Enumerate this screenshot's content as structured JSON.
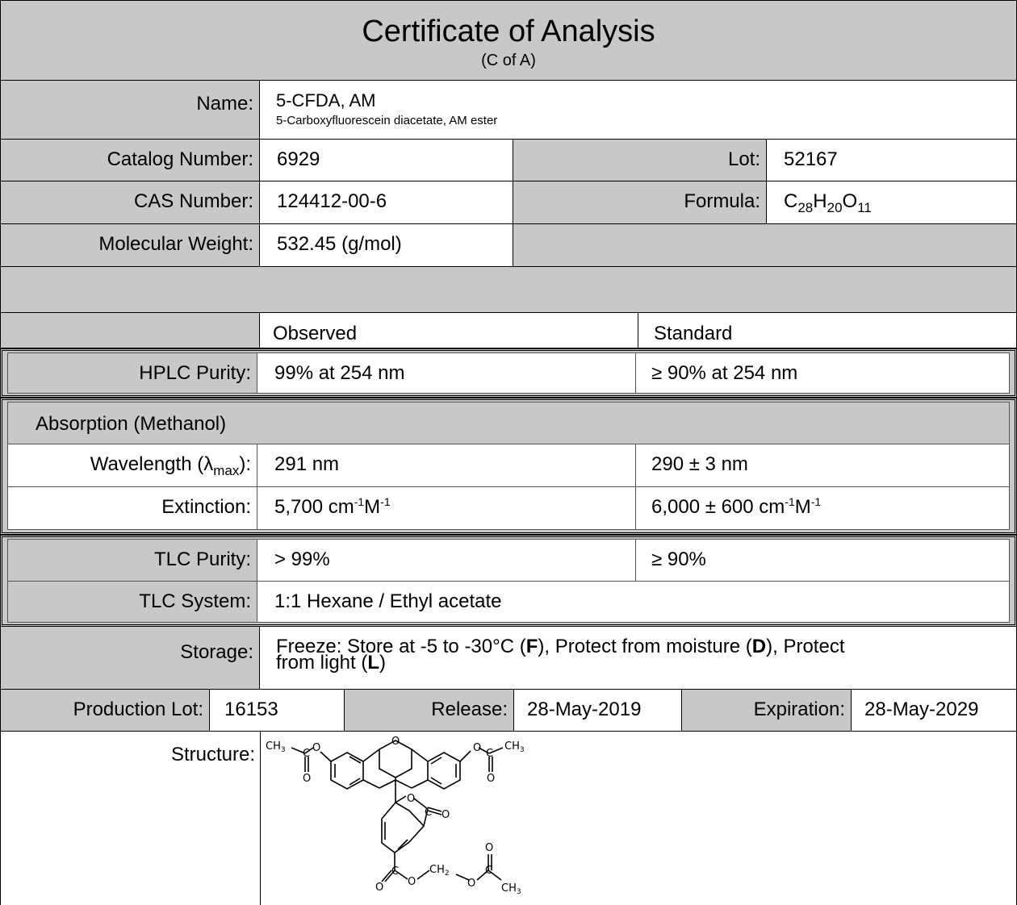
{
  "title": "Certificate of Analysis",
  "subtitle": "(C of A)",
  "name": {
    "label": "Name:",
    "value": "5-CFDA, AM",
    "sub_value": "5-Carboxyfluorescein diacetate, AM ester"
  },
  "catalog": {
    "label": "Catalog Number:",
    "value": "6929"
  },
  "lot": {
    "label": "Lot:",
    "value": "52167"
  },
  "cas": {
    "label": "CAS Number:",
    "value": "124412-00-6"
  },
  "formula": {
    "label": "Formula:",
    "parts": [
      {
        "el": "C",
        "n": "28"
      },
      {
        "el": "H",
        "n": "20"
      },
      {
        "el": "O",
        "n": "11"
      }
    ]
  },
  "mw": {
    "label": "Molecular Weight:",
    "value": "532.45 (g/mol)"
  },
  "columns": {
    "observed": "Observed",
    "standard": "Standard"
  },
  "hplc": {
    "label": "HPLC Purity:",
    "observed": "99% at 254 nm",
    "standard": "≥ 90% at 254 nm"
  },
  "absorption": {
    "header": "Absorption (Methanol)",
    "wavelength": {
      "label_pre": "Wavelength (λ",
      "label_sub": "max",
      "label_post": "):",
      "observed": "291 nm",
      "standard": "290 ± 3 nm"
    },
    "extinction": {
      "label": "Extinction:",
      "observed": "5,700 cm",
      "standard": "6,000 ± 600 cm",
      "unit_exp": "-1",
      "unit_m": "M"
    }
  },
  "tlc_purity": {
    "label": "TLC Purity:",
    "observed": "> 99%",
    "standard": "≥ 90%"
  },
  "tlc_system": {
    "label": "TLC System:",
    "value": "1:1 Hexane / Ethyl acetate"
  },
  "storage": {
    "label": "Storage:",
    "t1": "Freeze: Store at -5 to -30°C (",
    "b1": "F",
    "t2": "), Protect from moisture (",
    "b2": "D",
    "t3": "), Protect",
    "t4": "from light (",
    "b3": "L",
    "t5": ")"
  },
  "production": {
    "lot_label": "Production Lot:",
    "lot_value": "16153",
    "release_label": "Release:",
    "release_value": "28-May-2019",
    "expiration_label": "Expiration:",
    "expiration_value": "28-May-2029"
  },
  "structure": {
    "label": "Structure:",
    "atoms": {
      "ch3": "CH",
      "three": "3",
      "o": "O",
      "c": "C",
      "ch2": "CH",
      "two": "2"
    }
  },
  "colors": {
    "gray": "#c8c8c8",
    "border": "#000000"
  }
}
